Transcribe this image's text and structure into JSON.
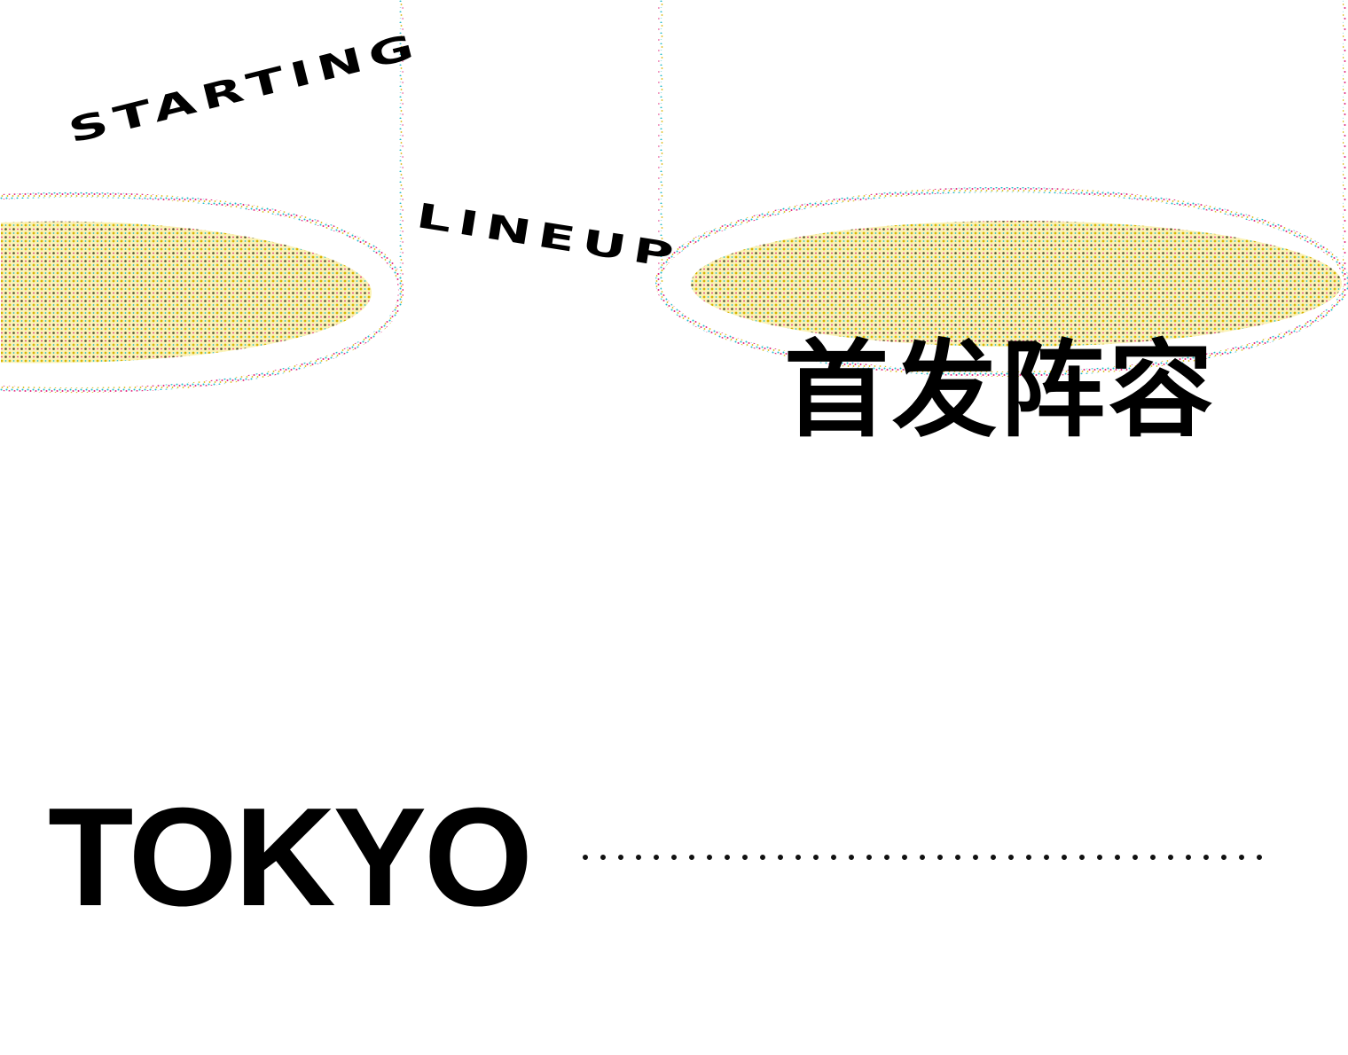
{
  "headline": {
    "english_line1": "STARTING",
    "english_line2": "LINEUP",
    "chinese": "首发阵容"
  },
  "city": "TOKYO",
  "colors": {
    "background": "#ffffff",
    "text": "#000000",
    "halftone_yellow": "#f3e14a",
    "halftone_cyan": "#1fb9c9",
    "halftone_magenta": "#e0237c",
    "halftone_dark": "#4a4a2a",
    "dotted_line": "#111111"
  },
  "decor": {
    "style": "halftone dotted spotlight disks hanging from thin columns",
    "icons": [
      "left-spotlight-disk-icon",
      "right-spotlight-disk-icon",
      "dotted-leader-line"
    ]
  }
}
